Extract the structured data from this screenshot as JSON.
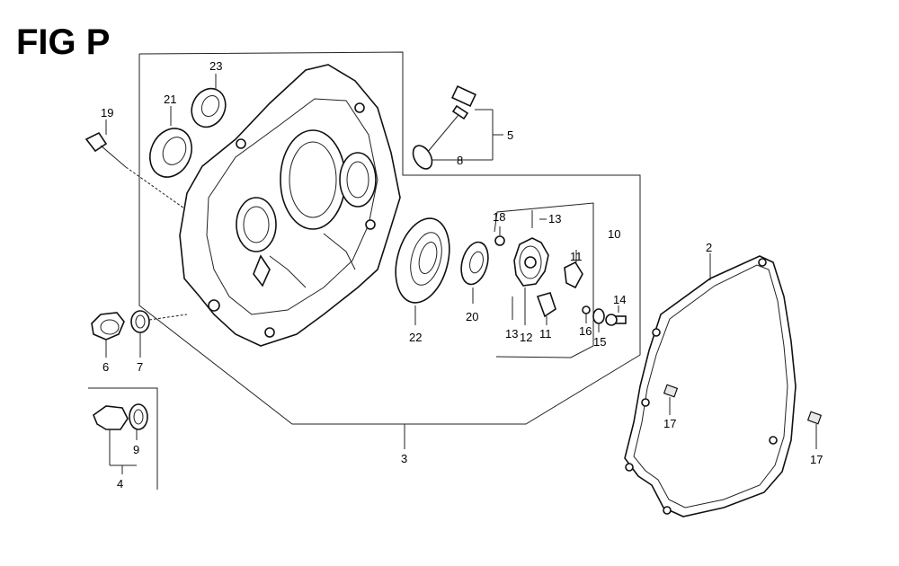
{
  "title": "FIG P",
  "labels": {
    "l19": "19",
    "l21": "21",
    "l23": "23",
    "l5": "5",
    "l8": "8",
    "l18": "18",
    "l13a": "13",
    "l10": "10",
    "l11a": "11",
    "l11b": "11",
    "l13b": "13",
    "l12": "12",
    "l16": "16",
    "l15": "15",
    "l14": "14",
    "l22": "22",
    "l20": "20",
    "l2": "2",
    "l6": "6",
    "l7": "7",
    "l9": "9",
    "l4": "4",
    "l3": "3",
    "l17a": "17",
    "l17b": "17"
  }
}
